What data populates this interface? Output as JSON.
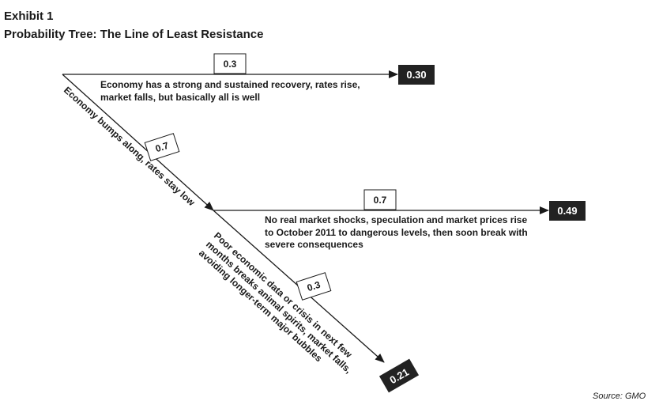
{
  "header": {
    "exhibit": "Exhibit 1",
    "title": "Probability Tree:  The Line of Least Resistance"
  },
  "source": "Source: GMO",
  "tree": {
    "branch_recovery": {
      "probability": "0.3",
      "text_lines": [
        "Economy has a strong and sustained recovery, rates rise,",
        "market falls, but basically all is well"
      ],
      "outcome": "0.30"
    },
    "branch_bumps": {
      "probability": "0.7",
      "text": "Economy bumps along, rates stay low"
    },
    "branch_no_shocks": {
      "probability": "0.7",
      "text_lines": [
        "No real market shocks, speculation and market prices rise",
        "to October 2011 to dangerous levels, then soon break with",
        "severe consequences"
      ],
      "outcome": "0.49"
    },
    "branch_poor_data": {
      "probability": "0.3",
      "text_lines": [
        "Poor economic data or crisis in next few",
        "months breaks animal spirits, market falls,",
        "avoiding longer-term major bubbles"
      ],
      "outcome": "0.21"
    }
  },
  "colors": {
    "line": "#1a1a1a",
    "outcome_box": "#222222",
    "outcome_text": "#ffffff"
  }
}
